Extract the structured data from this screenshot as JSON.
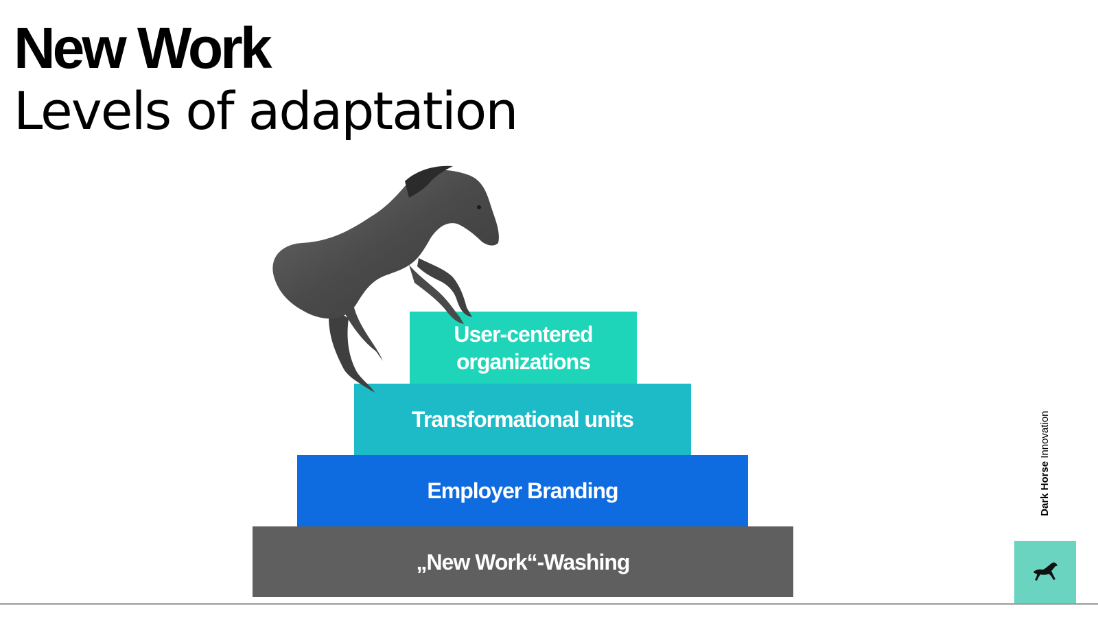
{
  "slide": {
    "title": "New Work",
    "subtitle": "Levels of adaptation"
  },
  "pyramid": {
    "levels": [
      {
        "label_line1": "„New Work“-Washing",
        "label_line2": "",
        "color": "#5f5f5f"
      },
      {
        "label_line1": "Employer Branding",
        "label_line2": "",
        "color": "#0f6be0"
      },
      {
        "label_line1": "Transformational units",
        "label_line2": "",
        "color": "#1dbac8"
      },
      {
        "label_line1": "User-centered",
        "label_line2": "organizations",
        "color": "#1fd5b9"
      }
    ]
  },
  "brand": {
    "name_bold": "Dark Horse",
    "name_light": "Innovation",
    "accent_color": "#6bd4c0",
    "logo_icon": "horse-logo-icon"
  },
  "image": {
    "icon": "horse-photo"
  }
}
